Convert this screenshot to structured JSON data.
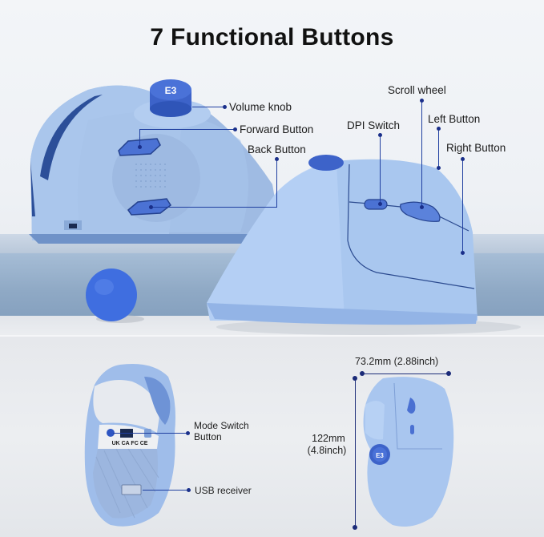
{
  "title": "7 Functional Buttons",
  "brand_colors": {
    "mouse_body": "#a9c7ef",
    "accent_blue": "#3d66d6",
    "callout_line": "#1f3fa0",
    "title_text": "#111111"
  },
  "top_view": {
    "callouts": [
      {
        "id": "volume-knob",
        "label": "Volume knob"
      },
      {
        "id": "forward-button",
        "label": "Forward Button"
      },
      {
        "id": "back-button",
        "label": "Back Button"
      },
      {
        "id": "scroll-wheel",
        "label": "Scroll wheel"
      },
      {
        "id": "dpi-switch",
        "label": "DPI Switch"
      },
      {
        "id": "left-button",
        "label": "Left Button"
      },
      {
        "id": "right-button",
        "label": "Right Button"
      }
    ],
    "knob_logo": "E3"
  },
  "bottom_view": {
    "callouts": [
      {
        "id": "mode-switch-button",
        "label": "Mode Switch\nButton",
        "line1": "Mode Switch",
        "line2": "Button"
      },
      {
        "id": "usb-receiver",
        "label": "USB receiver"
      }
    ],
    "cert_marks": "UK CA FC CE"
  },
  "dimensions": {
    "width": "73.2mm (2.88inch)",
    "height_mm": "122mm",
    "height_in": "(4.8inch)"
  }
}
